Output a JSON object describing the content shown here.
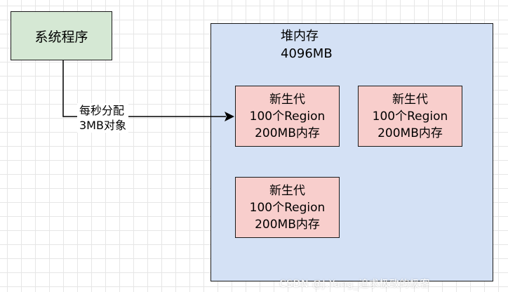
{
  "system": {
    "label": "系统程序"
  },
  "edge": {
    "line1": "每秒分配",
    "line2": "3MB对象"
  },
  "heap": {
    "name": "堆内存",
    "size": "4096MB"
  },
  "regions": [
    {
      "name": "新生代",
      "count": "100个Region",
      "memory": "200MB内存"
    },
    {
      "name": "新生代",
      "count": "100个Region",
      "memory": "200MB内存"
    },
    {
      "name": "新生代",
      "count": "100个Region",
      "memory": "200MB内存"
    }
  ],
  "watermark": "CSDN @J.Yang_追求极致的极客"
}
